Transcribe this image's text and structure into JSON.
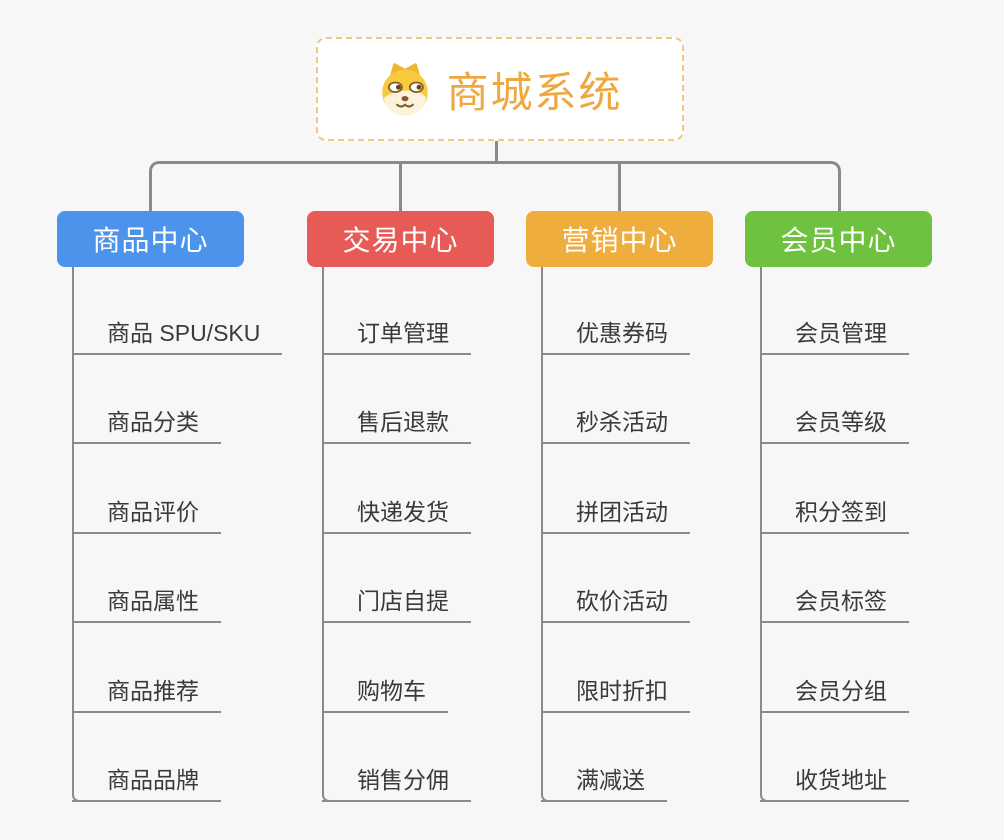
{
  "app": {
    "type": "mindmap-org-chart",
    "background_color": "#F7F7F7",
    "connector_color": "#8A8A8A"
  },
  "root": {
    "label": "商城系统",
    "icon": "dog-face-icon",
    "text_color": "#EFA73F",
    "border_color": "#F3C87E"
  },
  "branches": [
    {
      "label": "商品中心",
      "color": "#4B93EB",
      "items": [
        "商品 SPU/SKU",
        "商品分类",
        "商品评价",
        "商品属性",
        "商品推荐",
        "商品品牌"
      ]
    },
    {
      "label": "交易中心",
      "color": "#E75B57",
      "items": [
        "订单管理",
        "售后退款",
        "快递发货",
        "门店自提",
        "购物车",
        "销售分佣"
      ]
    },
    {
      "label": "营销中心",
      "color": "#EFAD3E",
      "items": [
        "优惠券码",
        "秒杀活动",
        "拼团活动",
        "砍价活动",
        "限时折扣",
        "满减送"
      ]
    },
    {
      "label": "会员中心",
      "color": "#6FC140",
      "items": [
        "会员管理",
        "会员等级",
        "积分签到",
        "会员标签",
        "会员分组",
        "收货地址"
      ]
    }
  ]
}
